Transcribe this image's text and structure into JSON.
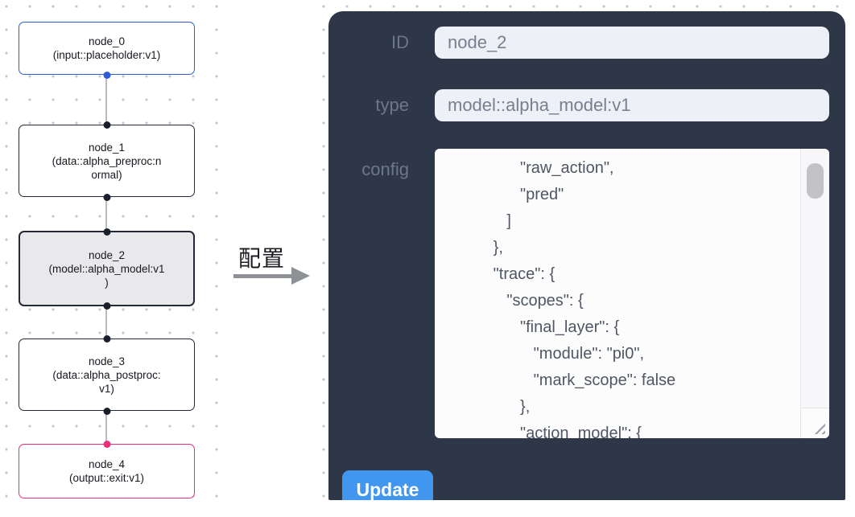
{
  "canvas": {
    "nodes": [
      {
        "id": "node_0",
        "title": "node_0",
        "subtitle": "(input::placeholder:v1)",
        "role": "input"
      },
      {
        "id": "node_1",
        "title": "node_1",
        "subtitle": "(data::alpha_preproc:n\normal)",
        "role": "default"
      },
      {
        "id": "node_2",
        "title": "node_2",
        "subtitle": "(model::alpha_model:v1\n)",
        "role": "selected"
      },
      {
        "id": "node_3",
        "title": "node_3",
        "subtitle": "(data::alpha_postproc:\nv1)",
        "role": "default"
      },
      {
        "id": "node_4",
        "title": "node_4",
        "subtitle": "(output::exit:v1)",
        "role": "output"
      }
    ],
    "colors": {
      "input_node_accent": "#2e5bd7",
      "output_node_accent": "#ea2e7c",
      "default_node_border": "#232936",
      "selected_node_bg": "#e9e9eb",
      "edge": "#babbc0"
    }
  },
  "transition": {
    "label": "配置"
  },
  "panel": {
    "fields": {
      "id": {
        "label": "ID",
        "value": "node_2"
      },
      "type": {
        "label": "type",
        "value": "model::alpha_model:v1"
      },
      "config": {
        "label": "config",
        "value": "         \"raw_action\",\n         \"pred\"\n      ]\n   },\n   \"trace\": {\n      \"scopes\": {\n         \"final_layer\": {\n            \"module\": \"pi0\",\n            \"mark_scope\": false\n         },\n         \"action_model\": {"
      }
    },
    "update_button": "Update",
    "colors": {
      "panel_bg": "#2d3748",
      "button_bg": "#4196f0"
    }
  }
}
